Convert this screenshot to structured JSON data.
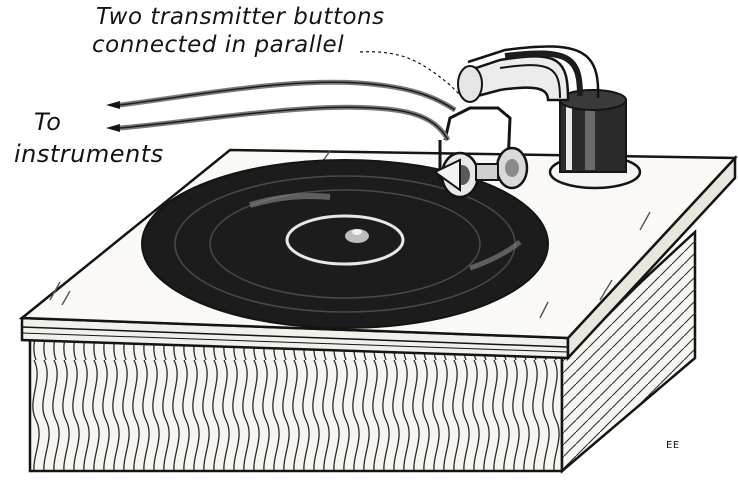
{
  "labels": {
    "buttons_line1": "Two transmitter buttons",
    "buttons_line2": "connected in parallel",
    "to": "To",
    "instruments": "instruments",
    "signature": "EE"
  },
  "colors": {
    "ink": "#141414",
    "paper": "#ffffff",
    "record": "#1c1c1c",
    "wood": "#f7f5f0"
  },
  "components": {
    "parts": [
      "phonograph-cabinet",
      "turntable-record",
      "tone-arm",
      "sound-box",
      "transmitter-buttons",
      "lead-wires"
    ]
  }
}
